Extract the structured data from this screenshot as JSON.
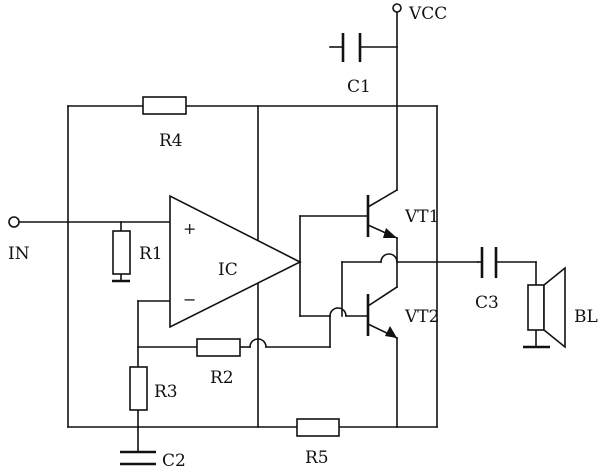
{
  "labels": {
    "vcc": "VCC",
    "in": "IN",
    "c1": "C1",
    "c2": "C2",
    "c3": "C3",
    "r1": "R1",
    "r2": "R2",
    "r3": "R3",
    "r4": "R4",
    "r5": "R5",
    "ic": "IC",
    "vt1": "VT1",
    "vt2": "VT2",
    "bl": "BL",
    "plus": "+",
    "minus": "−"
  }
}
